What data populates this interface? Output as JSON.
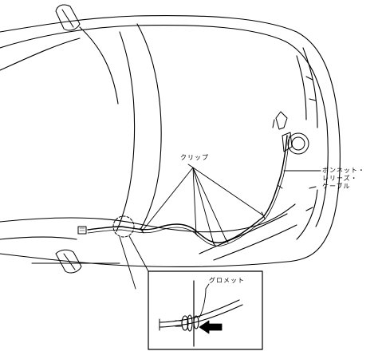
{
  "labels": {
    "clip": "クリップ",
    "hood_release_cable": [
      "ボンネット・",
      "レリーズ・",
      "ケーブル"
    ],
    "grommet": "グロメット"
  },
  "colors": {
    "line": "#000000",
    "background": "#ffffff"
  }
}
